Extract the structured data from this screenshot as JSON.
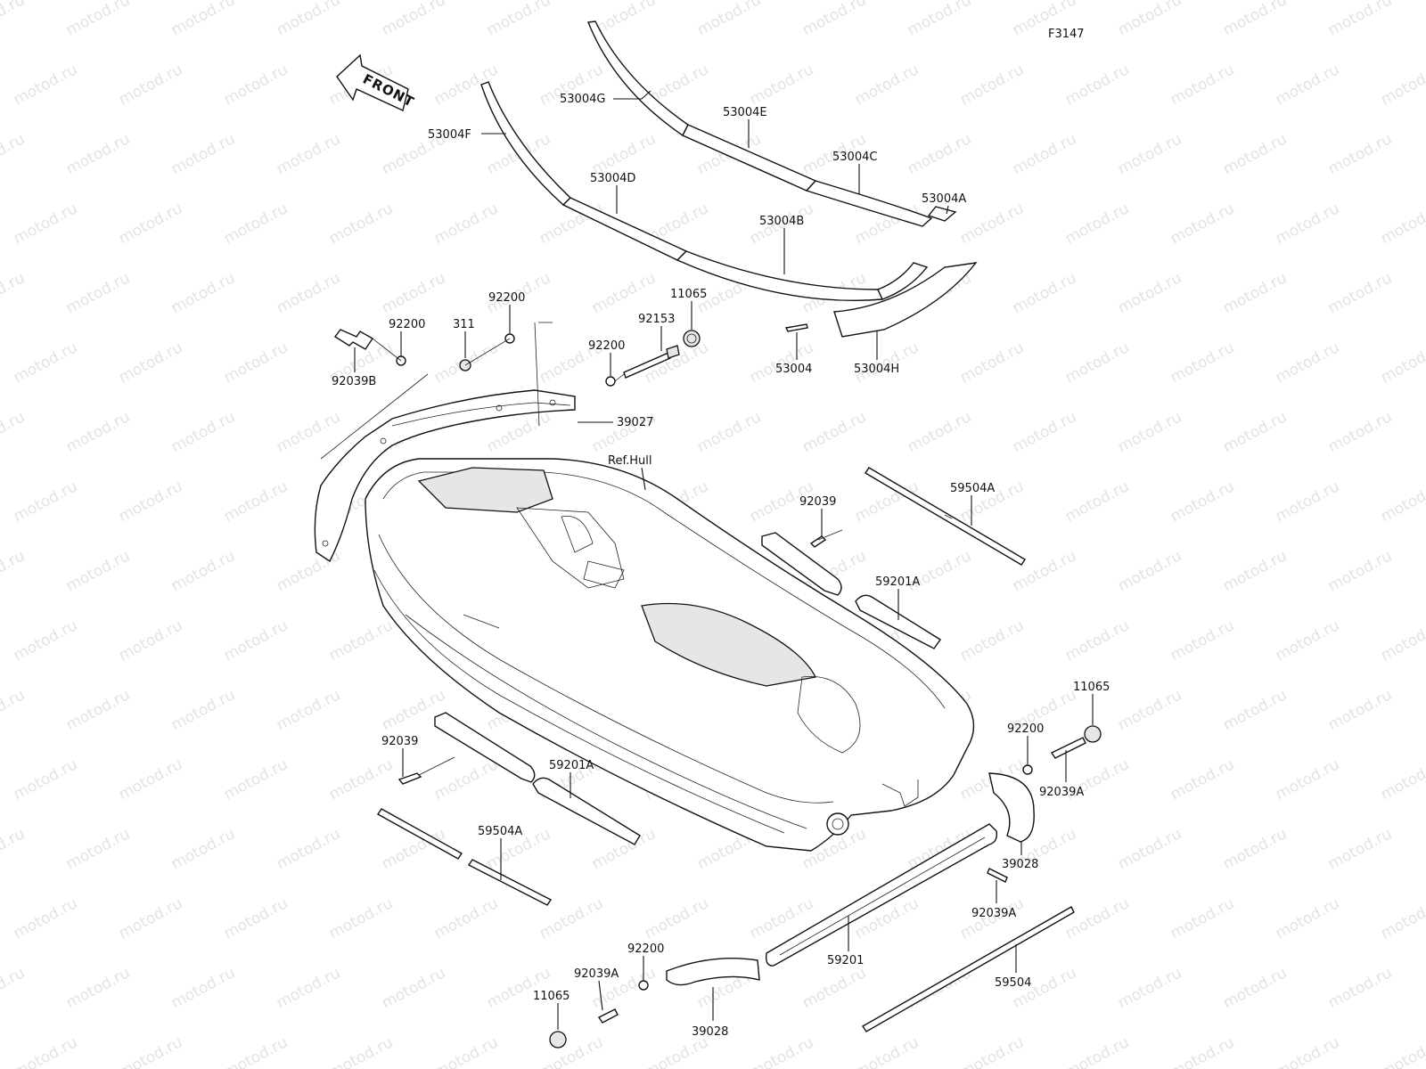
{
  "figure_code": "F3147",
  "watermark_text": "motod.ru",
  "front_arrow_label": "FRONT",
  "ref_label": "Ref.Hull",
  "colors": {
    "ink": "#111111",
    "watermark": "#e3e3e3",
    "paper": "#ffffff"
  },
  "parts": [
    {
      "id": "p53004G",
      "number": "53004G"
    },
    {
      "id": "p53004E",
      "number": "53004E"
    },
    {
      "id": "p53004F",
      "number": "53004F"
    },
    {
      "id": "p53004C",
      "number": "53004C"
    },
    {
      "id": "p53004D",
      "number": "53004D"
    },
    {
      "id": "p53004A",
      "number": "53004A"
    },
    {
      "id": "p53004B",
      "number": "53004B"
    },
    {
      "id": "p53004",
      "number": "53004"
    },
    {
      "id": "p53004H",
      "number": "53004H"
    },
    {
      "id": "p11065a",
      "number": "11065"
    },
    {
      "id": "p92200a",
      "number": "92200"
    },
    {
      "id": "p92200b",
      "number": "92200"
    },
    {
      "id": "p311",
      "number": "311"
    },
    {
      "id": "p92153",
      "number": "92153"
    },
    {
      "id": "p92200c",
      "number": "92200"
    },
    {
      "id": "p92039B",
      "number": "92039B"
    },
    {
      "id": "p39027",
      "number": "39027"
    },
    {
      "id": "p92039a",
      "number": "92039"
    },
    {
      "id": "p59504Aa",
      "number": "59504A"
    },
    {
      "id": "p59201Aa",
      "number": "59201A"
    },
    {
      "id": "p11065b",
      "number": "11065"
    },
    {
      "id": "p92200d",
      "number": "92200"
    },
    {
      "id": "p92039Aa",
      "number": "92039A"
    },
    {
      "id": "p92039b",
      "number": "92039"
    },
    {
      "id": "p59201Ab",
      "number": "59201A"
    },
    {
      "id": "p59504Ab",
      "number": "59504A"
    },
    {
      "id": "p39028a",
      "number": "39028"
    },
    {
      "id": "p92039Ab",
      "number": "92039A"
    },
    {
      "id": "p92200e",
      "number": "92200"
    },
    {
      "id": "p92039Ac",
      "number": "92039A"
    },
    {
      "id": "p59201",
      "number": "59201"
    },
    {
      "id": "p59504",
      "number": "59504"
    },
    {
      "id": "p11065c",
      "number": "11065"
    },
    {
      "id": "p39028b",
      "number": "39028"
    }
  ]
}
